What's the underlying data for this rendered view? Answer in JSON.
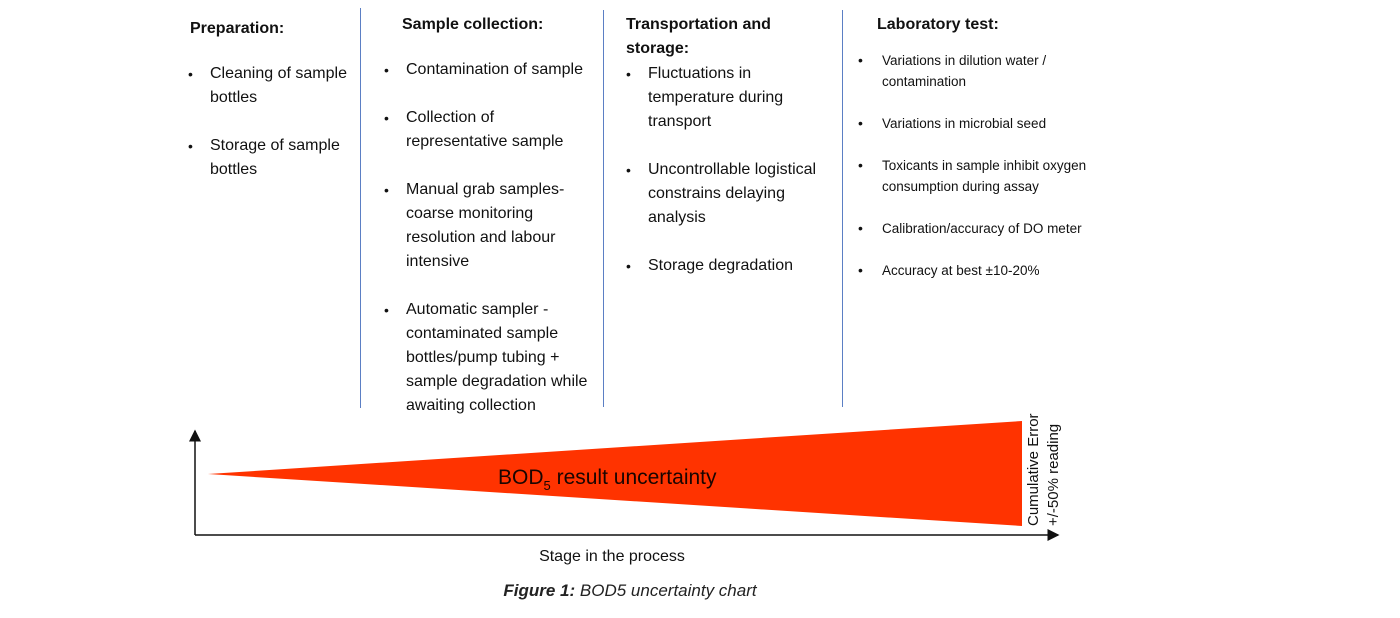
{
  "columns": [
    {
      "title": "Preparation:",
      "items": [
        "Cleaning of sample bottles",
        "Storage of sample bottles"
      ]
    },
    {
      "title": "Sample collection:",
      "items": [
        "Contamination of sample",
        "Collection of representative sample",
        "Manual grab samples- coarse monitoring resolution and labour intensive",
        "Automatic sampler - contaminated sample bottles/pump tubing + sample degradation while awaiting collection"
      ]
    },
    {
      "title": "Transportation and storage:",
      "items": [
        "Fluctuations in temperature during transport",
        "Uncontrollable logistical constrains delaying analysis",
        "Storage degradation"
      ]
    },
    {
      "title": "Laboratory test:",
      "items": [
        "Variations in dilution water / contamination",
        "Variations in microbial  seed",
        "Toxicants in sample inhibit oxygen consumption during assay",
        "Calibration/accuracy of DO meter",
        "Accuracy at best ±10-20%"
      ]
    }
  ],
  "wedge": {
    "label_main": "BOD",
    "label_sub": "5",
    "label_rest": " result uncertainty",
    "color": "#ff3300"
  },
  "x_axis_label": "Stage in the process",
  "side_label": {
    "line1": "Cumulative  Error",
    "line2": "+/-50% reading"
  },
  "caption": {
    "bold": "Figure 1:",
    "text": " BOD5 uncertainty chart"
  }
}
